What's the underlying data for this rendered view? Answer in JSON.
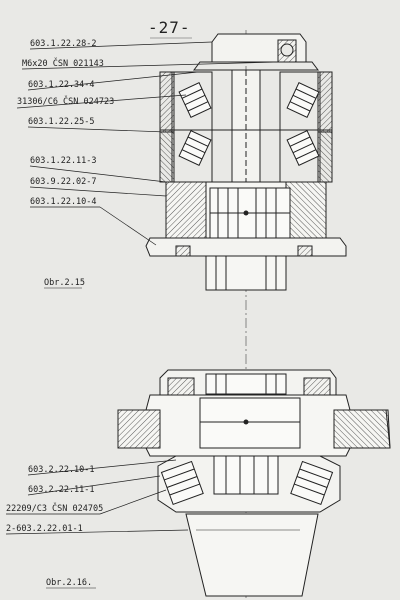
{
  "page_number": "-27-",
  "figure1": {
    "caption": "Obr.2.15",
    "labels": [
      "603.1.22.28-2",
      "M6x20 ČSN 021143",
      "603.1.22.34-4",
      "31306/C6 ČSN 024723",
      "603.1.22.25-5",
      "603.1.22.11-3",
      "603.9.22.02-7",
      "603.1.22.10-4"
    ]
  },
  "figure2": {
    "caption": "Obr.2.16.",
    "labels": [
      "603.2.22.10-1",
      "603.2.22.11-1",
      "22209/C3 ČSN 024705",
      "2-603.2.22.01-1"
    ]
  }
}
